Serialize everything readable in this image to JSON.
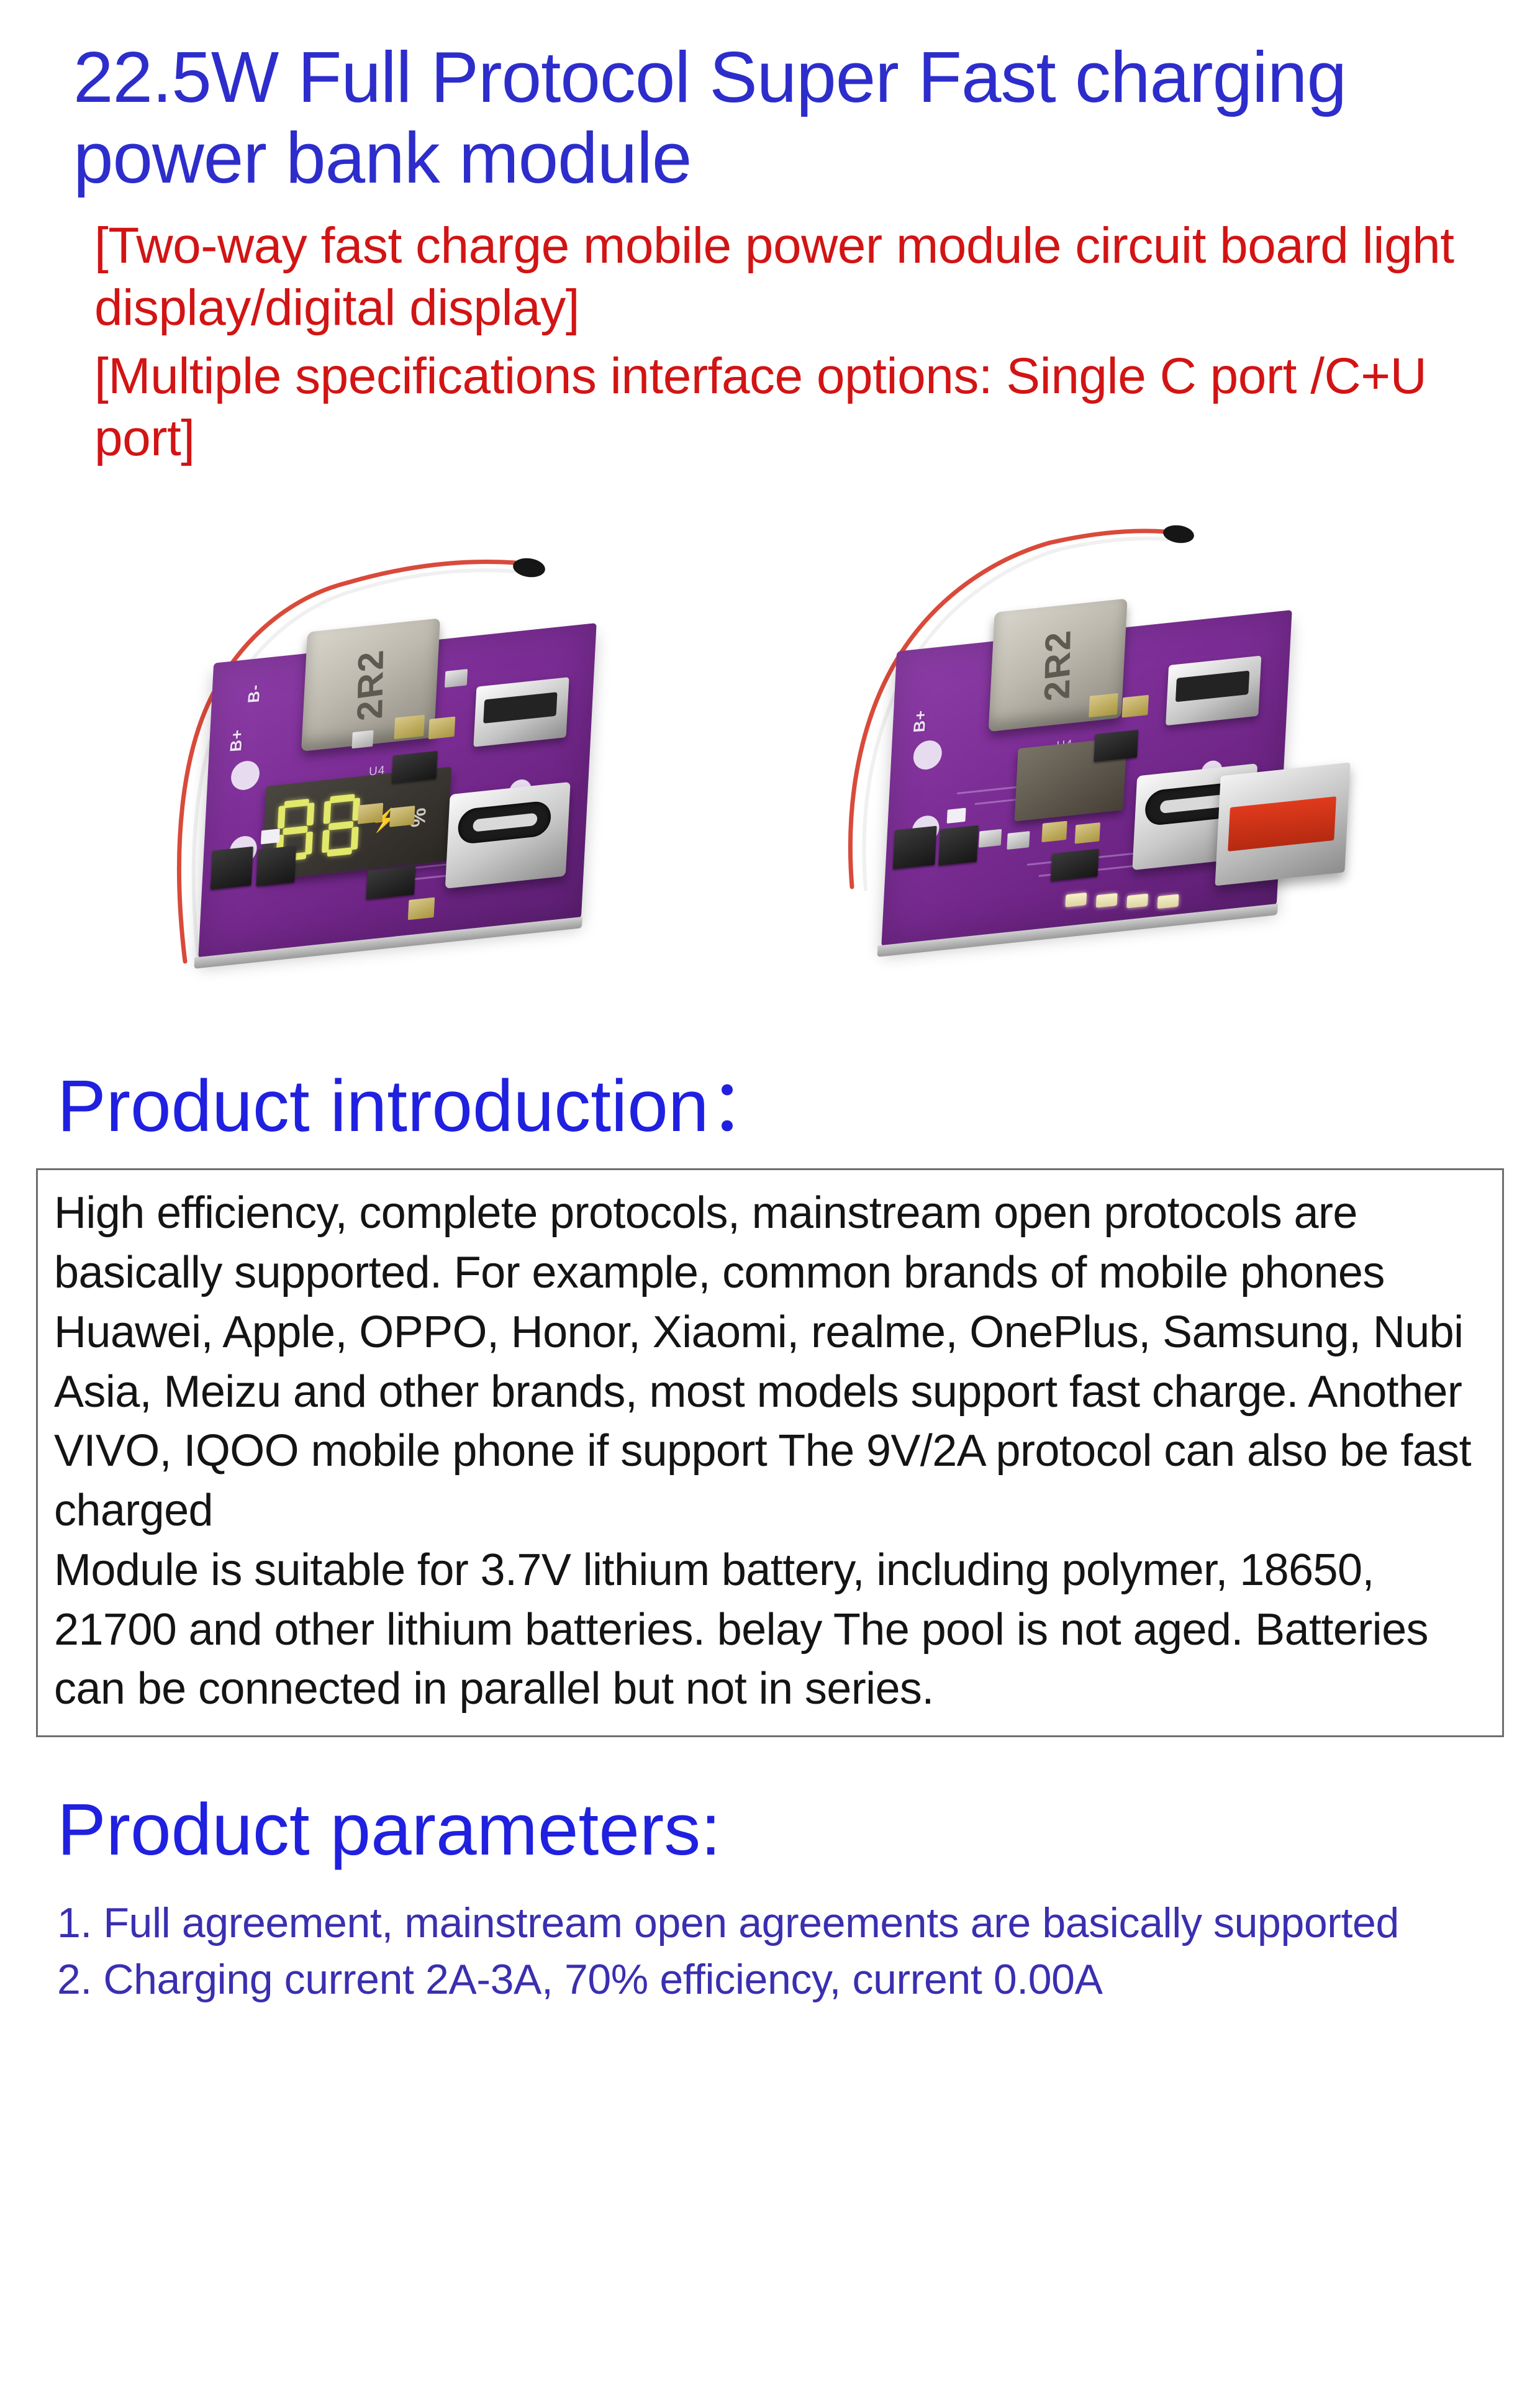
{
  "header": {
    "main_title": "22.5W Full Protocol Super Fast charging power bank module",
    "subtitle_1": "[Two-way fast charge mobile power module circuit board light display/digital display]",
    "subtitle_2": "[Multiple specifications interface options: Single C port /C+U port]",
    "title_color": "#2d2dcc",
    "subtitle_color": "#d21414"
  },
  "product_images": {
    "board_left": {
      "alt": "power bank module with digital percentage display",
      "pcb_color": "#7e2f98",
      "inductor_label": "2R2",
      "display_value": "88",
      "display_unit": "%",
      "silk_b_plus": "B+",
      "silk_b_minus": "B-",
      "silk_u4": "U4",
      "ports": "Type-C + Micro USB",
      "wire_color_red": "#d94a3a"
    },
    "board_right": {
      "alt": "power bank module with LED light display and USB-A output",
      "pcb_color": "#7e2f98",
      "inductor_label": "2R2",
      "silk_b_plus": "B+",
      "silk_u4": "U4",
      "ports": "Type-C + Micro USB + USB-A",
      "usba_tongue_color": "#d4331a",
      "led_count": 4
    }
  },
  "introduction": {
    "heading": "Product introduction：",
    "body_paragraphs": [
      "High efficiency, complete protocols, mainstream open protocols are basically supported. For example, common brands of mobile phones Huawei, Apple, OPPO, Honor, Xiaomi, realme, OnePlus, Samsung, Nubi Asia, Meizu and other brands, most models support fast charge. Another VIVO, IQOO mobile phone if support The 9V/2A protocol can also be fast charged",
      "Module is suitable for 3.7V lithium battery, including polymer, 18650, 21700 and other lithium batteries. belay The pool is not aged. Batteries can be connected in parallel but not in series."
    ],
    "border_color": "#6e6e6e"
  },
  "parameters": {
    "heading": "Product parameters:",
    "items": [
      "1. Full agreement, mainstream open agreements are basically supported",
      "2. Charging current 2A-3A, 70% efficiency, current 0.00A"
    ],
    "text_color": "#3a2fb0"
  }
}
